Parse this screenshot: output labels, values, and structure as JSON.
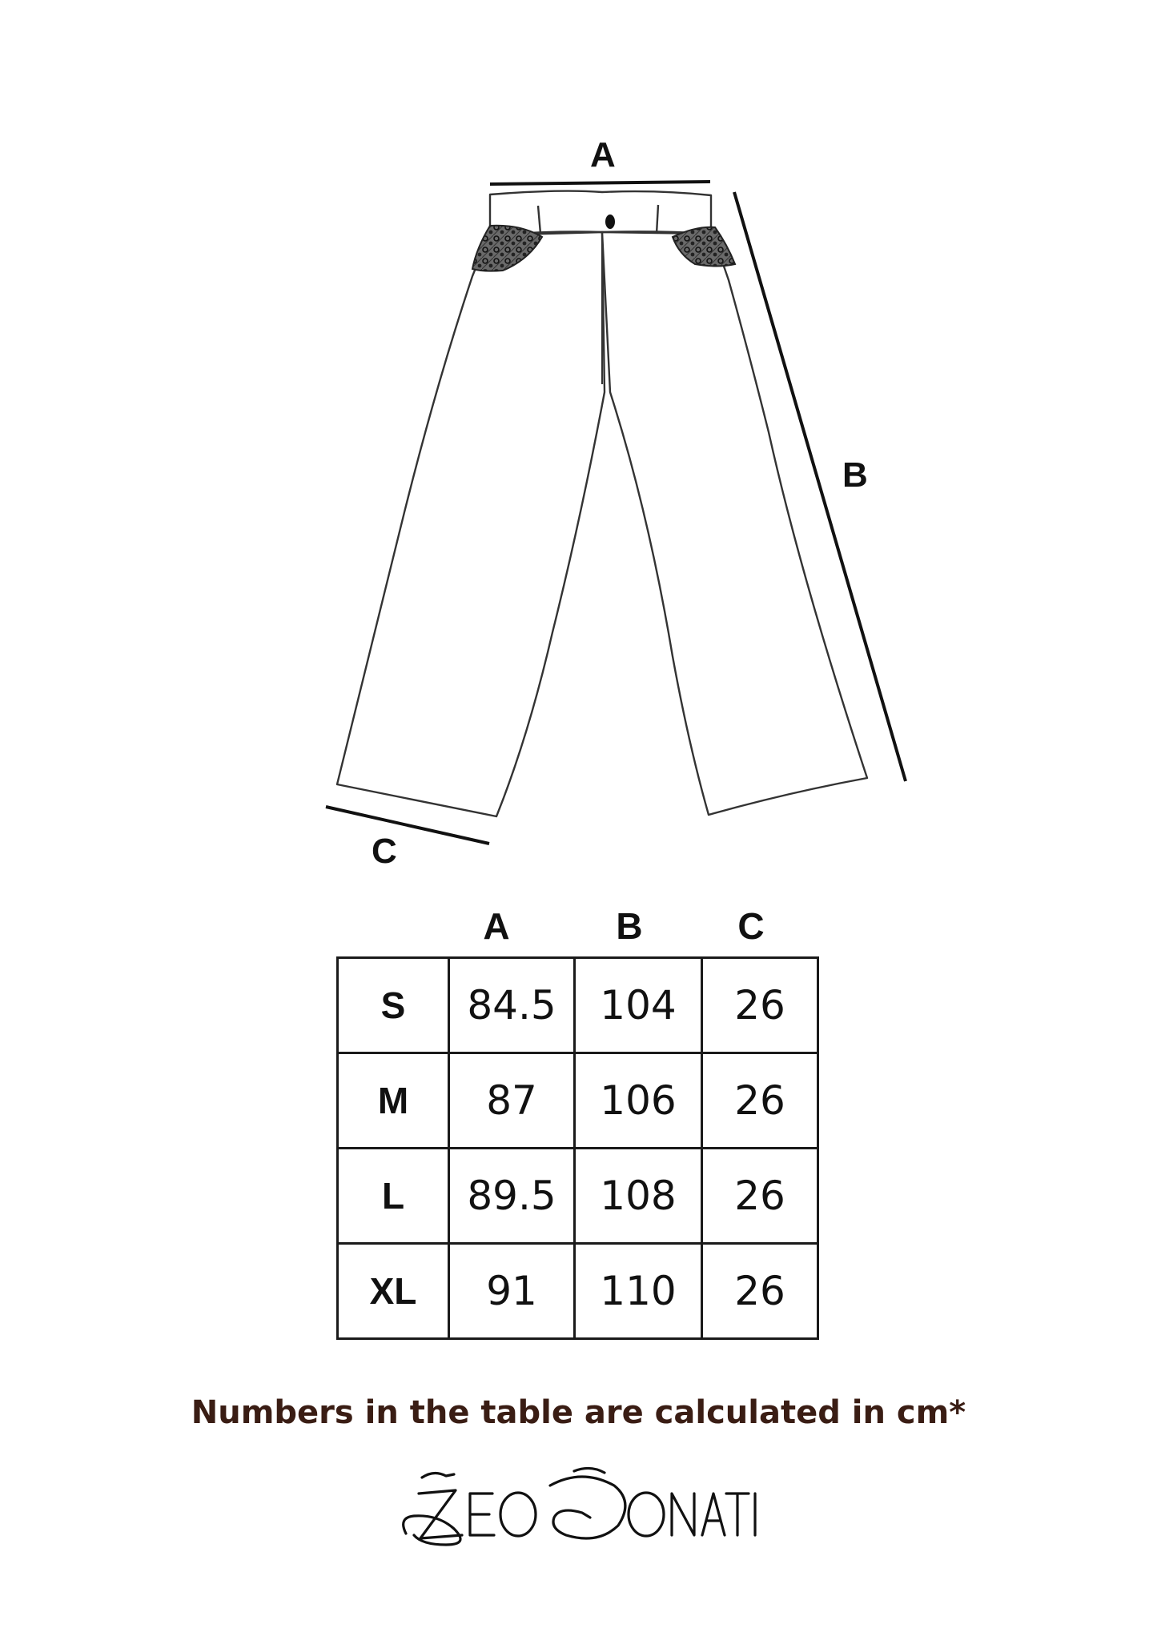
{
  "diagram": {
    "labels": {
      "a": "A",
      "b": "B",
      "c": "C"
    }
  },
  "table": {
    "headers": [
      "A",
      "B",
      "C"
    ],
    "rows": [
      {
        "size": "S",
        "a": "84.5",
        "b": "104",
        "c": "26"
      },
      {
        "size": "M",
        "a": "87",
        "b": "106",
        "c": "26"
      },
      {
        "size": "L",
        "a": "89.5",
        "b": "108",
        "c": "26"
      },
      {
        "size": "XL",
        "a": "91",
        "b": "110",
        "c": "26"
      }
    ]
  },
  "note": "Numbers in the table are calculated in cm*",
  "brand": {
    "name": "ZEO DONATI",
    "icon": "brand-logo"
  },
  "colors": {
    "ink": "#111111",
    "note_text": "#3a1d14",
    "background": "#ffffff"
  }
}
